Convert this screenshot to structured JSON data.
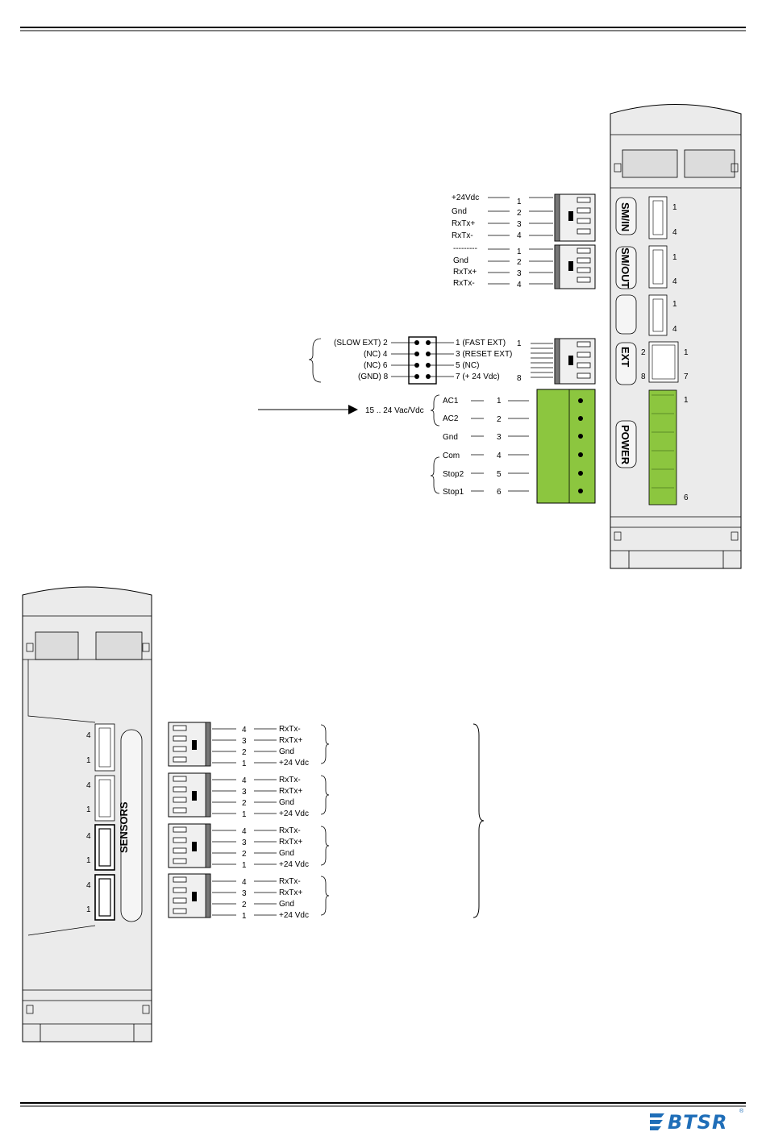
{
  "brand": {
    "name": "BTSR",
    "registered": "®"
  },
  "module_top": {
    "labels": {
      "sm_in": "SM/IN",
      "sm_out": "SM/OUT",
      "ext": "EXT",
      "power": "POWER"
    },
    "pins": {
      "one": "1",
      "two": "2",
      "four": "4",
      "six": "6",
      "seven": "7",
      "eight": "8"
    },
    "sm_in": {
      "signals": [
        "+24Vdc",
        "Gnd",
        "RxTx+",
        "RxTx-"
      ],
      "numbers": [
        "1",
        "2",
        "3",
        "4"
      ]
    },
    "sm_out": {
      "signals": [
        "---------",
        "Gnd",
        "RxTx+",
        "RxTx-"
      ],
      "numbers": [
        "1",
        "2",
        "3",
        "4"
      ]
    },
    "ext": {
      "left": [
        "(SLOW EXT) 2",
        "(NC) 4",
        "(NC) 6",
        "(GND) 8"
      ],
      "right": [
        "1 (FAST EXT)",
        "3 (RESET EXT)",
        "5 (NC)",
        "7 (+ 24 Vdc)"
      ],
      "end_numbers": [
        "1",
        "8"
      ]
    },
    "power": {
      "supply_label": "15 .. 24 Vac/Vdc",
      "signals": [
        "AC1",
        "AC2",
        "Gnd",
        "Com",
        "Stop2",
        "Stop1"
      ],
      "numbers": [
        "1",
        "2",
        "3",
        "4",
        "5",
        "6"
      ]
    }
  },
  "module_bottom": {
    "label": "SENSORS",
    "pin_top": "4",
    "pin_bottom": "1",
    "connector_signals": [
      "RxTx-",
      "RxTx+",
      "Gnd",
      "+24 Vdc"
    ],
    "connector_numbers": [
      "4",
      "3",
      "2",
      "1"
    ]
  }
}
